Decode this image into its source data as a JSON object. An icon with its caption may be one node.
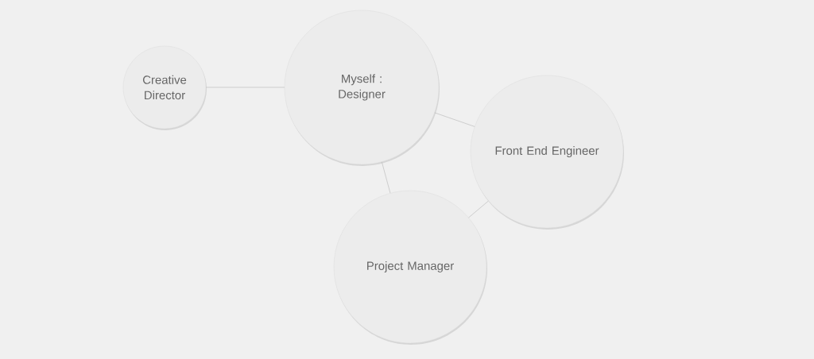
{
  "diagram": {
    "nodes": [
      {
        "text": [
          "Creative Director"
        ]
      },
      {
        "text": [
          "Myself : Designer"
        ]
      },
      {
        "text": [
          "Front End Engineer"
        ]
      },
      {
        "text": [
          "Project Manager"
        ]
      }
    ],
    "edges": [
      {
        "from": 0,
        "to": 1,
        "arrow": "none"
      },
      {
        "from": 1,
        "to": 2,
        "arrow": "none"
      },
      {
        "from": 1,
        "to": 3,
        "arrow": "none"
      },
      {
        "from": 2,
        "to": 3,
        "arrow": "none"
      }
    ]
  }
}
